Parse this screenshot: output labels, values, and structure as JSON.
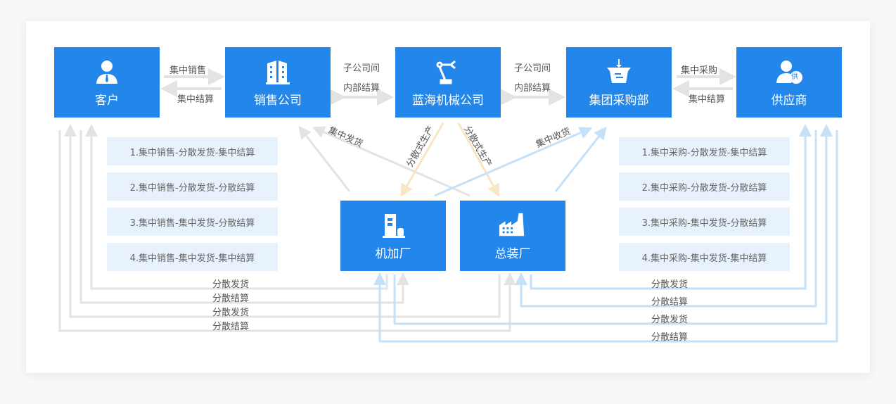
{
  "nodes": {
    "customer": {
      "label": "客户",
      "icon": "person-tie-icon"
    },
    "sales": {
      "label": "销售公司",
      "icon": "building-icon"
    },
    "lanhai": {
      "label": "蓝海机械公司",
      "icon": "robot-arm-icon"
    },
    "purchase": {
      "label": "集团采购部",
      "icon": "basket-icon"
    },
    "supplier": {
      "label": "供应商",
      "icon": "supplier-person-icon",
      "badge": "供"
    },
    "machining": {
      "label": "机加厂",
      "icon": "plant-icon"
    },
    "assembly": {
      "label": "总装厂",
      "icon": "factory-icon"
    }
  },
  "edges": {
    "sales_top": "集中销售",
    "sales_bottom": "集中结算",
    "inter_1_top": "子公司间",
    "inter_1_bottom": "内部结算",
    "inter_2_top": "子公司间",
    "inter_2_bottom": "内部结算",
    "purchase_top": "集中采购",
    "purchase_bottom": "集中结算",
    "central_ship": "集中发货",
    "dist_prod_left": "分散式生产",
    "dist_prod_right": "分散式生产",
    "central_receive": "集中收货",
    "left_bottom": [
      "分散发货",
      "分散结算",
      "分散发货",
      "分散结算"
    ],
    "right_bottom": [
      "分散发货",
      "分散结算",
      "分散发货",
      "分散结算"
    ]
  },
  "modes_left": [
    "1.集中销售-分散发货-集中结算",
    "2.集中销售-分散发货-分散结算",
    "3.集中销售-集中发货-分散结算",
    "4.集中销售-集中发货-集中结算"
  ],
  "modes_right": [
    "1.集中采购-分散发货-集中结算",
    "2.集中采购-分散发货-分散结算",
    "3.集中采购-集中发货-分散结算",
    "4.集中采购-集中发货-集中结算"
  ],
  "colors": {
    "box": "#2386ea",
    "gray_line": "#e3e3e3",
    "blue_line": "#c6e0f8",
    "yellow_line": "#f8e6c0",
    "list_bg": "#e8f2fc"
  }
}
